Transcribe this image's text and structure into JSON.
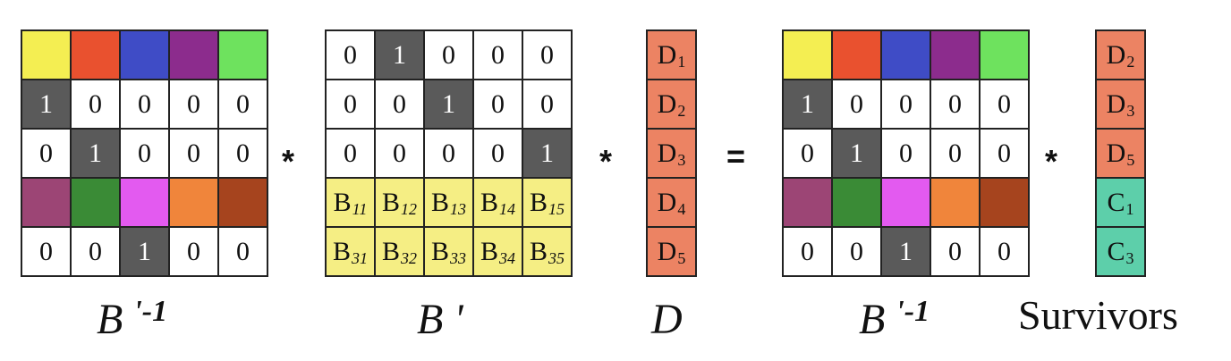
{
  "colors": {
    "yellow": "#f4ee52",
    "red": "#e9512f",
    "blue": "#3f4cc6",
    "purple": "#8c2c8d",
    "lightgreen": "#6ee25e",
    "mauve": "#9c4575",
    "green": "#3a8b36",
    "magenta": "#e35af0",
    "orange": "#f0853b",
    "brown": "#a6441e",
    "dark": "#5a5a5a",
    "paleyellow": "#f5ee84",
    "salmon": "#ec8363",
    "teal": "#5dcfaa",
    "white": "#ffffff"
  },
  "matrix_b_inv_1": {
    "label": "B '-1",
    "rows": [
      [
        {
          "c": "yellow",
          "t": ""
        },
        {
          "c": "red",
          "t": ""
        },
        {
          "c": "blue",
          "t": ""
        },
        {
          "c": "purple",
          "t": ""
        },
        {
          "c": "lightgreen",
          "t": ""
        }
      ],
      [
        {
          "c": "dark",
          "t": "1"
        },
        {
          "c": "white",
          "t": "0"
        },
        {
          "c": "white",
          "t": "0"
        },
        {
          "c": "white",
          "t": "0"
        },
        {
          "c": "white",
          "t": "0"
        }
      ],
      [
        {
          "c": "white",
          "t": "0"
        },
        {
          "c": "dark",
          "t": "1"
        },
        {
          "c": "white",
          "t": "0"
        },
        {
          "c": "white",
          "t": "0"
        },
        {
          "c": "white",
          "t": "0"
        }
      ],
      [
        {
          "c": "mauve",
          "t": ""
        },
        {
          "c": "green",
          "t": ""
        },
        {
          "c": "magenta",
          "t": ""
        },
        {
          "c": "orange",
          "t": ""
        },
        {
          "c": "brown",
          "t": ""
        }
      ],
      [
        {
          "c": "white",
          "t": "0"
        },
        {
          "c": "white",
          "t": "0"
        },
        {
          "c": "dark",
          "t": "1"
        },
        {
          "c": "white",
          "t": "0"
        },
        {
          "c": "white",
          "t": "0"
        }
      ]
    ]
  },
  "matrix_b_prime": {
    "label": "B '",
    "rows": [
      [
        {
          "c": "white",
          "t": "0"
        },
        {
          "c": "dark",
          "t": "1"
        },
        {
          "c": "white",
          "t": "0"
        },
        {
          "c": "white",
          "t": "0"
        },
        {
          "c": "white",
          "t": "0"
        }
      ],
      [
        {
          "c": "white",
          "t": "0"
        },
        {
          "c": "white",
          "t": "0"
        },
        {
          "c": "dark",
          "t": "1"
        },
        {
          "c": "white",
          "t": "0"
        },
        {
          "c": "white",
          "t": "0"
        }
      ],
      [
        {
          "c": "white",
          "t": "0"
        },
        {
          "c": "white",
          "t": "0"
        },
        {
          "c": "white",
          "t": "0"
        },
        {
          "c": "white",
          "t": "0"
        },
        {
          "c": "dark",
          "t": "1"
        }
      ],
      [
        {
          "c": "paleyellow",
          "t": "B",
          "s": "11"
        },
        {
          "c": "paleyellow",
          "t": "B",
          "s": "12"
        },
        {
          "c": "paleyellow",
          "t": "B",
          "s": "13"
        },
        {
          "c": "paleyellow",
          "t": "B",
          "s": "14"
        },
        {
          "c": "paleyellow",
          "t": "B",
          "s": "15"
        }
      ],
      [
        {
          "c": "paleyellow",
          "t": "B",
          "s": "31"
        },
        {
          "c": "paleyellow",
          "t": "B",
          "s": "32"
        },
        {
          "c": "paleyellow",
          "t": "B",
          "s": "33"
        },
        {
          "c": "paleyellow",
          "t": "B",
          "s": "34"
        },
        {
          "c": "paleyellow",
          "t": "B",
          "s": "35"
        }
      ]
    ]
  },
  "vector_d": {
    "label": "D",
    "rows": [
      [
        {
          "c": "salmon",
          "t": "D",
          "s": "1"
        }
      ],
      [
        {
          "c": "salmon",
          "t": "D",
          "s": "2"
        }
      ],
      [
        {
          "c": "salmon",
          "t": "D",
          "s": "3"
        }
      ],
      [
        {
          "c": "salmon",
          "t": "D",
          "s": "4"
        }
      ],
      [
        {
          "c": "salmon",
          "t": "D",
          "s": "5"
        }
      ]
    ]
  },
  "matrix_b_inv_2": {
    "label": "B '-1",
    "rows": [
      [
        {
          "c": "yellow",
          "t": ""
        },
        {
          "c": "red",
          "t": ""
        },
        {
          "c": "blue",
          "t": ""
        },
        {
          "c": "purple",
          "t": ""
        },
        {
          "c": "lightgreen",
          "t": ""
        }
      ],
      [
        {
          "c": "dark",
          "t": "1"
        },
        {
          "c": "white",
          "t": "0"
        },
        {
          "c": "white",
          "t": "0"
        },
        {
          "c": "white",
          "t": "0"
        },
        {
          "c": "white",
          "t": "0"
        }
      ],
      [
        {
          "c": "white",
          "t": "0"
        },
        {
          "c": "dark",
          "t": "1"
        },
        {
          "c": "white",
          "t": "0"
        },
        {
          "c": "white",
          "t": "0"
        },
        {
          "c": "white",
          "t": "0"
        }
      ],
      [
        {
          "c": "mauve",
          "t": ""
        },
        {
          "c": "green",
          "t": ""
        },
        {
          "c": "magenta",
          "t": ""
        },
        {
          "c": "orange",
          "t": ""
        },
        {
          "c": "brown",
          "t": ""
        }
      ],
      [
        {
          "c": "white",
          "t": "0"
        },
        {
          "c": "white",
          "t": "0"
        },
        {
          "c": "dark",
          "t": "1"
        },
        {
          "c": "white",
          "t": "0"
        },
        {
          "c": "white",
          "t": "0"
        }
      ]
    ]
  },
  "vector_survivors": {
    "label": "Survivors",
    "rows": [
      [
        {
          "c": "salmon",
          "t": "D",
          "s": "2"
        }
      ],
      [
        {
          "c": "salmon",
          "t": "D",
          "s": "3"
        }
      ],
      [
        {
          "c": "salmon",
          "t": "D",
          "s": "5"
        }
      ],
      [
        {
          "c": "teal",
          "t": "C",
          "s": "1"
        }
      ],
      [
        {
          "c": "teal",
          "t": "C",
          "s": "3"
        }
      ]
    ]
  },
  "operators": {
    "mul1": "*",
    "mul2": "*",
    "eq": "=",
    "mul3": "*"
  }
}
